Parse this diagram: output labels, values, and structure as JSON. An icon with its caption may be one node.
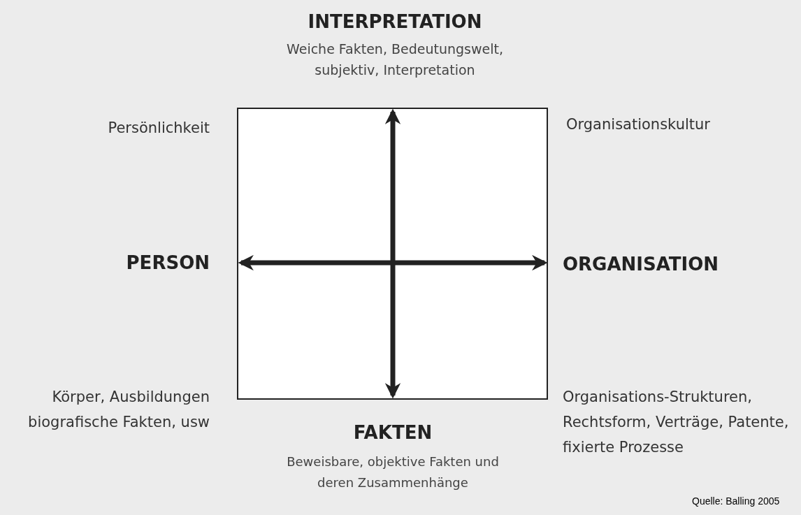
{
  "diagram": {
    "labels": [
      "INTERPRETATION",
      "Weiche Fakten, Bedeutungswelt, subjektiv, Interpretation",
      "Persönlichkeit",
      "Organisationskultur",
      "PERSON",
      "ORGANISATION",
      "Körper, Ausbildungen biografische Fakten, usw",
      "Organisations-Strukturen, Rechtsform, Verträge, Patente, fixierte Prozesse",
      "FAKTEN",
      "Beweisbare, objektive Fakten und deren Zusammenhänge",
      "Quelle: Balling 2005"
    ]
  }
}
